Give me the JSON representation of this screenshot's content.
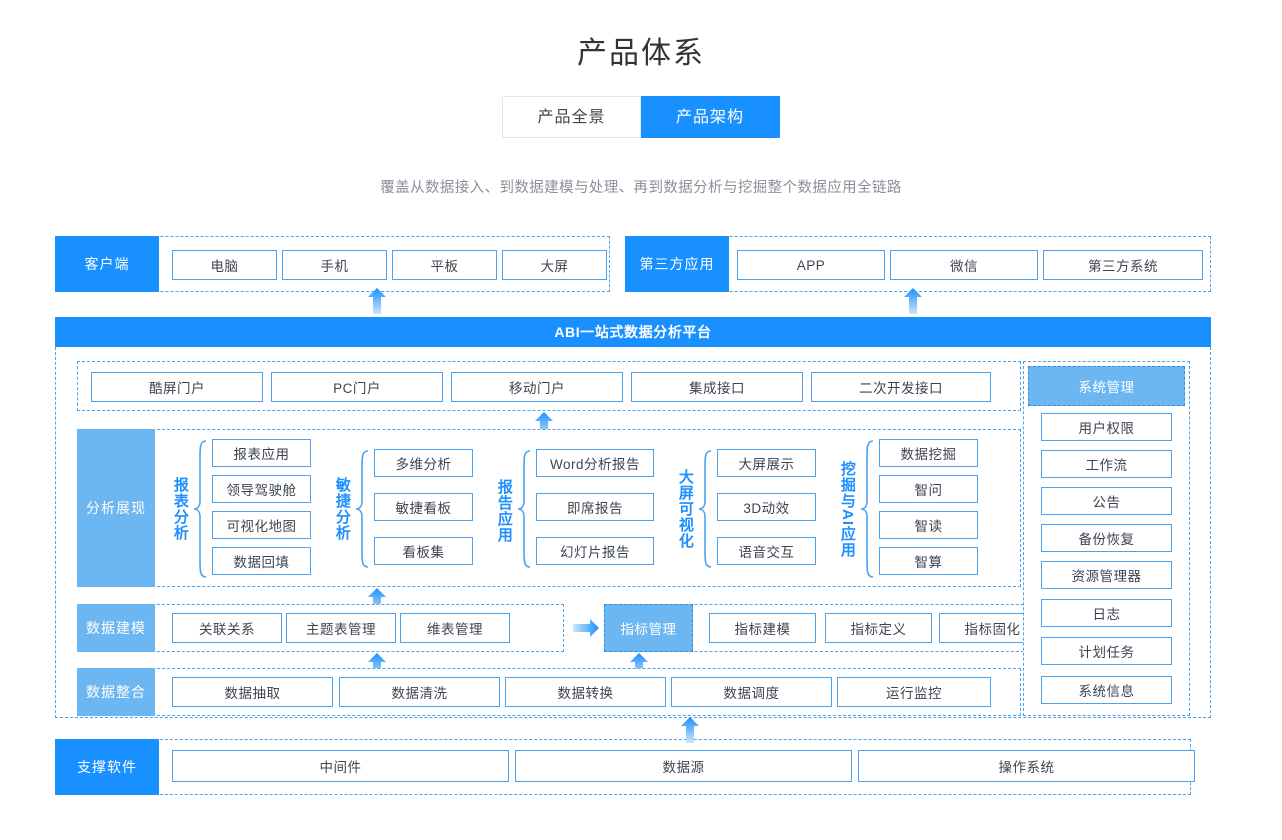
{
  "header": {
    "title": "产品体系",
    "tabs": [
      {
        "label": "产品全景",
        "active": false
      },
      {
        "label": "产品架构",
        "active": true
      }
    ],
    "subtitle": "覆盖从数据接入、到数据建模与处理、再到数据分析与挖掘整个数据应用全链路"
  },
  "colors": {
    "primary_blue": "#1890ff",
    "light_blue": "#6cb7f2",
    "border_blue": "#4ba3f0",
    "text_dark": "#3d4451",
    "subtitle_gray": "#8a9099"
  },
  "diagram": {
    "client": {
      "label": "客户端",
      "items": [
        "电脑",
        "手机",
        "平板",
        "大屏"
      ]
    },
    "third_party": {
      "label": "第三方应用",
      "items": [
        "APP",
        "微信",
        "第三方系统"
      ]
    },
    "platform_banner": "ABI一站式数据分析平台",
    "portals": [
      "酷屏门户",
      "PC门户",
      "移动门户",
      "集成接口",
      "二次开发接口"
    ],
    "analysis": {
      "label": "分析展现",
      "groups": [
        {
          "name": "报表分析",
          "items": [
            "报表应用",
            "领导驾驶舱",
            "可视化地图",
            "数据回填"
          ]
        },
        {
          "name": "敏捷分析",
          "items": [
            "多维分析",
            "敏捷看板",
            "看板集"
          ]
        },
        {
          "name": "报告应用",
          "items": [
            "Word分析报告",
            "即席报告",
            "幻灯片报告"
          ]
        },
        {
          "name": "大屏可视化",
          "items": [
            "大屏展示",
            "3D动效",
            "语音交互"
          ]
        },
        {
          "name": "挖掘与AI应用",
          "items": [
            "数据挖掘",
            "智问",
            "智读",
            "智算"
          ]
        }
      ]
    },
    "modeling": {
      "label": "数据建模",
      "items": [
        "关联关系",
        "主题表管理",
        "维表管理"
      ],
      "metric_block": "指标管理",
      "metric_items": [
        "指标建模",
        "指标定义",
        "指标固化"
      ]
    },
    "integration": {
      "label": "数据整合",
      "items": [
        "数据抽取",
        "数据清洗",
        "数据转换",
        "数据调度",
        "运行监控"
      ]
    },
    "system_management": {
      "label": "系统管理",
      "items": [
        "用户权限",
        "工作流",
        "公告",
        "备份恢复",
        "资源管理器",
        "日志",
        "计划任务",
        "系统信息"
      ]
    },
    "support": {
      "label": "支撑软件",
      "items": [
        "中间件",
        "数据源",
        "操作系统"
      ]
    }
  }
}
